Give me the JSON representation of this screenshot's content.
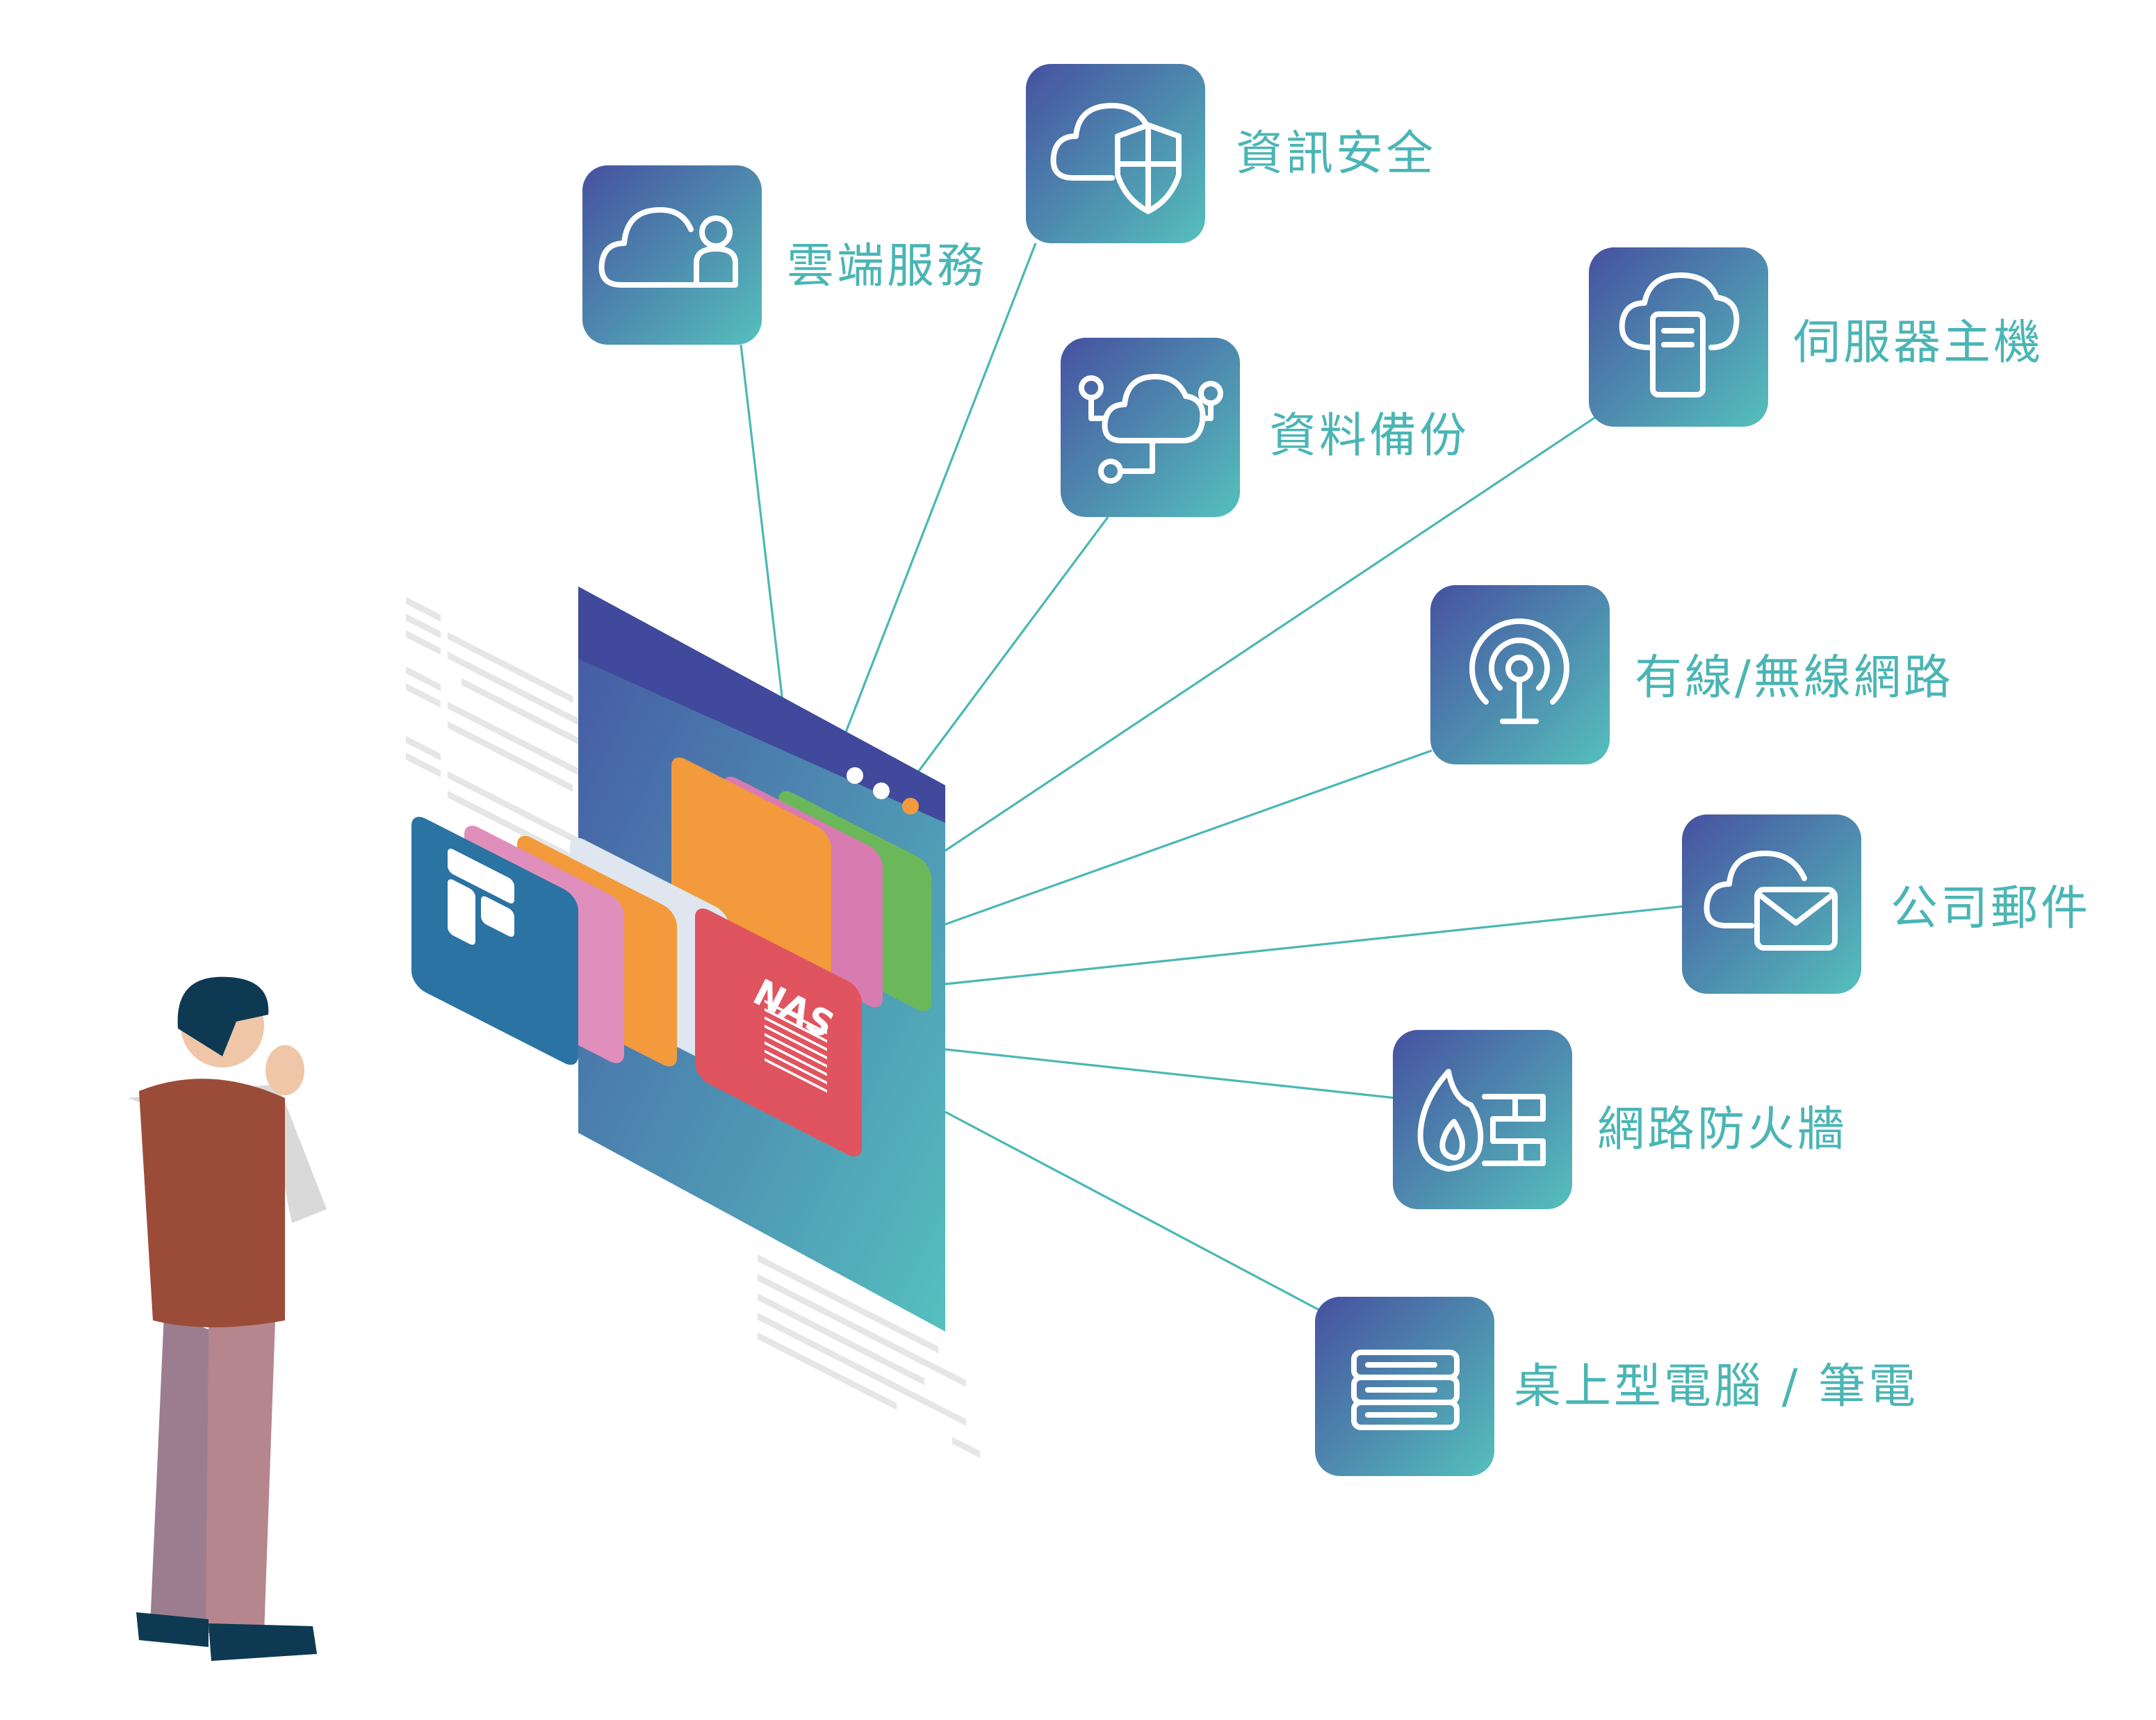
{
  "nodes": [
    {
      "id": "cloud-service",
      "label": "雲端服務",
      "icon": "cloud-user-icon"
    },
    {
      "id": "info-security",
      "label": "資訊安全",
      "icon": "cloud-shield-icon"
    },
    {
      "id": "data-backup",
      "label": "資料備份",
      "icon": "cloud-network-icon"
    },
    {
      "id": "server-host",
      "label": "伺服器主機",
      "icon": "cloud-server-icon"
    },
    {
      "id": "network",
      "label": "有線/無線網路",
      "icon": "wireless-antenna-icon"
    },
    {
      "id": "company-mail",
      "label": "公司郵件",
      "icon": "cloud-mail-icon"
    },
    {
      "id": "firewall",
      "label": "網路防火牆",
      "icon": "firewall-icon"
    },
    {
      "id": "desktop-laptop",
      "label": "桌上型電腦 / 筆電",
      "icon": "server-rack-icon"
    }
  ],
  "center": {
    "badge": "NAS",
    "icon": "app-window-icon"
  },
  "colors": {
    "tile_start": "#4651a0",
    "tile_end": "#52bcbb",
    "label": "#4bb5b5",
    "line": "#49b8b4"
  }
}
